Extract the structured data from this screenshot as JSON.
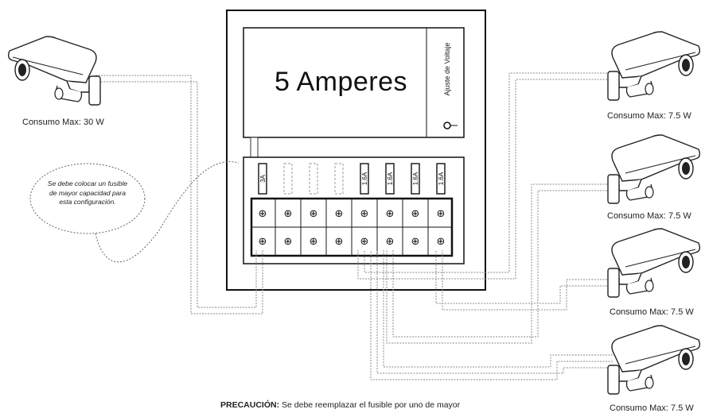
{
  "panel": {
    "title": "5 Amperes",
    "voltage_label": "Ajuste de Voltaje"
  },
  "fuses": [
    "3A",
    "",
    "",
    "",
    "1.6A",
    "1.6A",
    "1.6A",
    "1.6A"
  ],
  "terminal_glyph": "⊕",
  "cameras": {
    "left": {
      "label": "Consumo Max: 30 W",
      "icon": "camera-icon"
    },
    "right": [
      {
        "label": "Consumo Max: 7.5 W",
        "icon": "camera-icon"
      },
      {
        "label": "Consumo Max: 7.5 W",
        "icon": "camera-icon"
      },
      {
        "label": "Consumo Max: 7.5 W",
        "icon": "camera-icon"
      },
      {
        "label": "Consumo Max: 7.5 W",
        "icon": "camera-icon"
      }
    ]
  },
  "note": "Se debe colocar un fusible de mayor capacidad para esta configuración.",
  "caution": {
    "title": "PRECAUCIÓN:",
    "text": "Se debe reemplazar el fusible por uno de mayor"
  }
}
